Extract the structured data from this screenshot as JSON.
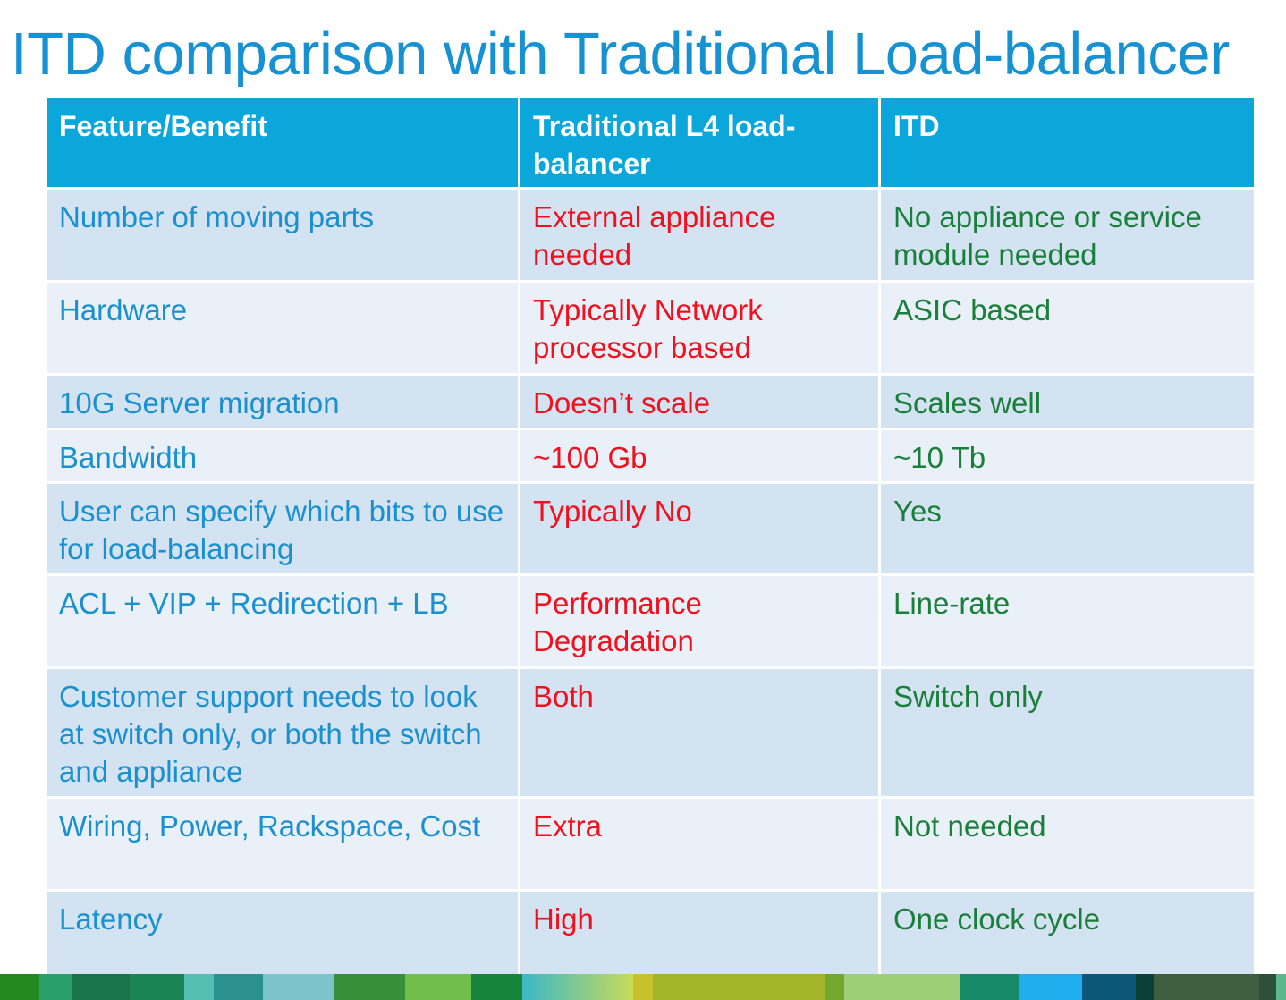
{
  "title": "ITD comparison with Traditional Load-balancer",
  "headers": [
    "Feature/Benefit",
    "Traditional L4 load-balancer",
    "ITD"
  ],
  "rows": [
    {
      "feature": "Number of moving parts",
      "traditional": "External appliance needed",
      "itd": "No appliance or service module needed"
    },
    {
      "feature": "Hardware",
      "traditional": "Typically Network processor based",
      "itd": "ASIC based"
    },
    {
      "feature": "10G Server migration",
      "traditional": "Doesn’t scale",
      "itd": "Scales well"
    },
    {
      "feature": "Bandwidth",
      "traditional": "~100 Gb",
      "itd": "~10 Tb"
    },
    {
      "feature": "User can specify which bits to use for load-balancing",
      "traditional": "Typically No",
      "itd": "Yes"
    },
    {
      "feature": "ACL + VIP + Redirection + LB",
      "traditional": "Performance Degradation",
      "itd": "Line-rate"
    },
    {
      "feature": "Customer support needs to look at switch only, or both the switch and appliance",
      "traditional": "Both",
      "itd": "Switch only"
    },
    {
      "feature": "Wiring, Power, Rackspace, Cost",
      "traditional": "Extra",
      "itd": "Not needed"
    },
    {
      "feature": "Latency",
      "traditional": "High",
      "itd": "One clock cycle"
    }
  ],
  "colors": {
    "header": "#0ba7db",
    "title": "#1691d2",
    "feature": "#1a90d0",
    "traditional": "#f0101e",
    "itd": "#1a7f3a"
  }
}
